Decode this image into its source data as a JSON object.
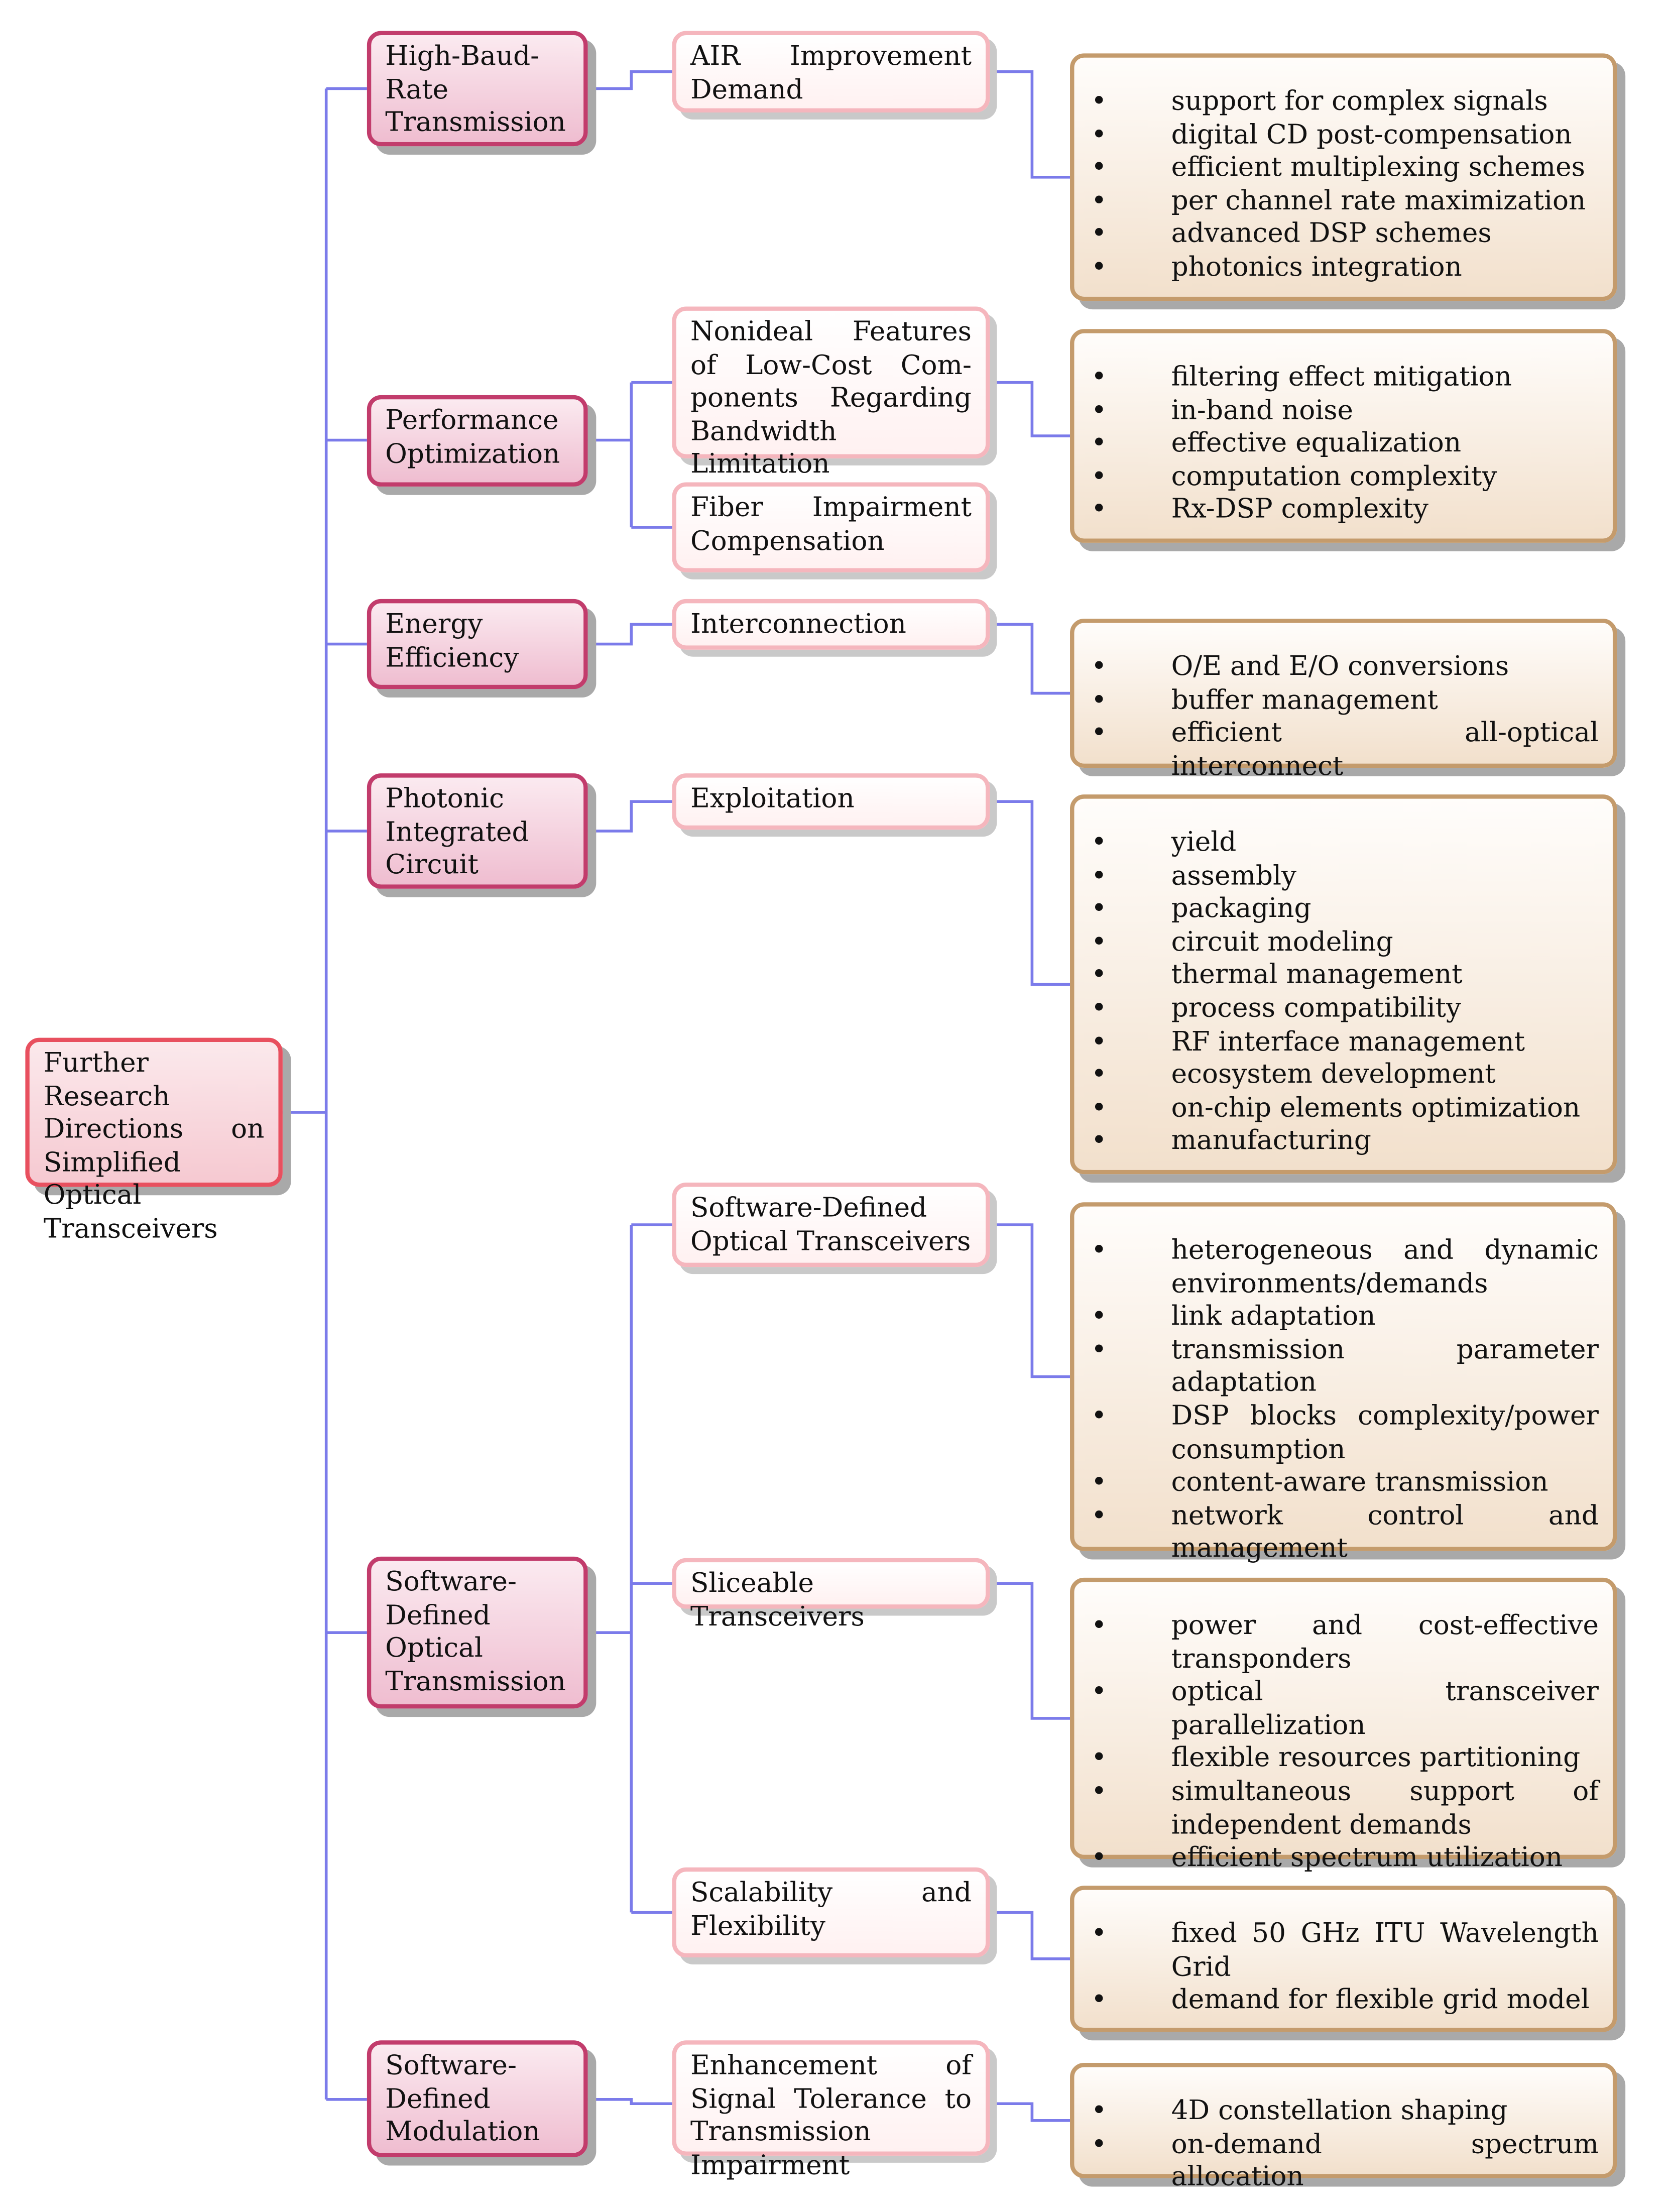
{
  "root": {
    "label": "Further Research Directions on Simplified Optical Transceivers"
  },
  "categories": [
    {
      "label": "High-Baud-Rate Transmission",
      "label_display": "High-Baud-Rate Transmis­sion",
      "topics": [
        {
          "label": "AIR Improvement Demand",
          "label_display": "AIR Improvement De­mand",
          "details": [
            "support for complex signals",
            "digital CD post-compensation",
            "efficient multiplexing schemes",
            "per channel rate maximization",
            "advanced DSP schemes",
            "photonics integration"
          ]
        }
      ]
    },
    {
      "label": "Performance Optimization",
      "topics": [
        {
          "label": "Nonideal Features of Low-Cost Components Regarding Bandwidth Limitation",
          "label_display": "Nonideal Features of Low-Cost Com­ponents Regarding Bandwidth Limitation",
          "details": [
            "filtering effect mitigation",
            "in-band noise",
            "effective equalization",
            "computation complexity",
            "Rx-DSP complexity"
          ]
        },
        {
          "label": "Fiber Impairment Compensation"
        }
      ]
    },
    {
      "label": "Energy Efficiency",
      "topics": [
        {
          "label": "Interconnection",
          "details": [
            "O/E and E/O conversions",
            "buffer management",
            "efficient all-optical interconnect"
          ]
        }
      ]
    },
    {
      "label": "Photonic Integrated Circuit",
      "topics": [
        {
          "label": "Exploitation",
          "details": [
            "yield",
            "assembly",
            "packaging",
            "circuit modeling",
            "thermal management",
            "process compatibility",
            "RF interface management",
            "ecosystem development",
            "on-chip elements optimization",
            "manufacturing"
          ]
        }
      ]
    },
    {
      "label": "Software-Defined Optical Transmission",
      "label_display": "Software-​Defined Optical Transmission",
      "topics": [
        {
          "label": "Software-Defined Optical Transceivers",
          "label_display": "Software-Defined Op­tical Transceivers",
          "details": [
            "heterogeneous and dynamic environments/demands",
            "link adaptation",
            "transmission parameter adaptation",
            "DSP blocks complexity/power consumption",
            "content-aware transmission",
            "network control and management"
          ],
          "details_display": [
            "heterogeneous and dynamic envi­ronments/demands",
            "link adaptation",
            "transmission parameter adapta­tion",
            "DSP blocks complexity/power consumption",
            "content-aware transmission",
            "network control and management"
          ]
        },
        {
          "label": "Sliceable Transceivers",
          "details": [
            "power and cost-effective transponders",
            "optical transceiver parallelization",
            "flexible resources partitioning",
            "simultaneous support of independent demands",
            "efficient spectrum utilization"
          ],
          "details_display": [
            "power and cost-effective transponders",
            "optical transceiver parallelization",
            "flexible resources partitioning",
            "simultaneous support of indepen­dent demands",
            "efficient spectrum utilization"
          ]
        },
        {
          "label": "Scalability and Flexibility",
          "label_display": "Scalability and Flexi­bility",
          "details": [
            "fixed 50 GHz ITU Wavelength Grid",
            "demand for flexible grid model"
          ]
        }
      ]
    },
    {
      "label": "Software-Defined Modulation",
      "label_display": "Software-​Defined Modulation",
      "topics": [
        {
          "label": "Enhancement of Signal Tolerance to Transmission Impairment",
          "label_display": "Enhancement of Sig­nal Tolerance to Trans­mission Impairment",
          "details": [
            "4D constellation shaping",
            "on-demand spectrum allocation"
          ]
        }
      ]
    }
  ],
  "bullet_symbol": "•",
  "colors": {
    "connector": "#7b7bea",
    "root_border": "#e8505f",
    "category_border": "#c23c6c",
    "topic_border": "#f5b6bd",
    "detail_border": "#c49b6c",
    "shadow": "#a9a9a9"
  }
}
